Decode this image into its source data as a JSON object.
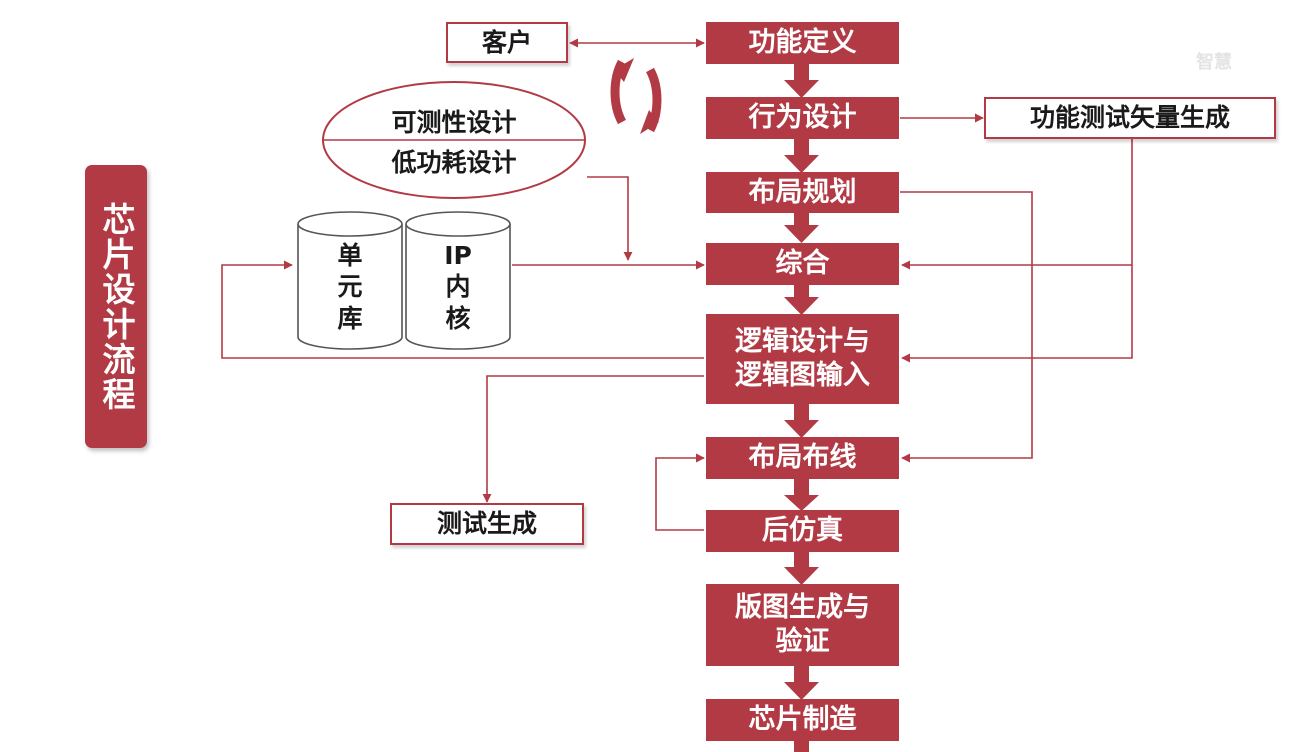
{
  "title": "芯片设计流程",
  "watermark": "智慧",
  "main_flow": [
    "功能定义",
    "行为设计",
    "布局规划",
    "综合",
    "逻辑设计与\n逻辑图输入",
    "布局布线",
    "后仿真",
    "版图生成与\n验证",
    "芯片制造"
  ],
  "side_boxes": {
    "customer": "客户",
    "test_vector": "功能测试矢量生成",
    "test_gen": "测试生成"
  },
  "ellipse": {
    "line1": "可测性设计",
    "line2": "低功耗设计"
  },
  "cylinders": {
    "cell_library": [
      "单",
      "元",
      "库"
    ],
    "ip_core": [
      "IP",
      "内",
      "核"
    ]
  },
  "colors": {
    "accent": "#b23a45",
    "text": "#1a1a1a"
  },
  "icons": {
    "cycle": "refresh-cycle-icon"
  }
}
